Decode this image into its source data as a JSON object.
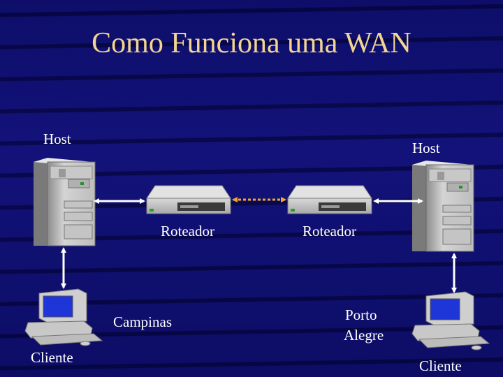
{
  "title": "Como Funciona uma WAN",
  "labels": {
    "host_left": "Host",
    "host_right": "Host",
    "router_left": "Roteador",
    "router_right": "Roteador",
    "city_left": "Campinas",
    "city_right_line1": "Porto",
    "city_right_line2": "Alegre",
    "client_left": "Cliente",
    "client_right": "Cliente"
  },
  "colors": {
    "title": "#f2d494",
    "text": "#ffffff",
    "lan_link": "#ffffff",
    "wan_link": "#f5a623"
  }
}
